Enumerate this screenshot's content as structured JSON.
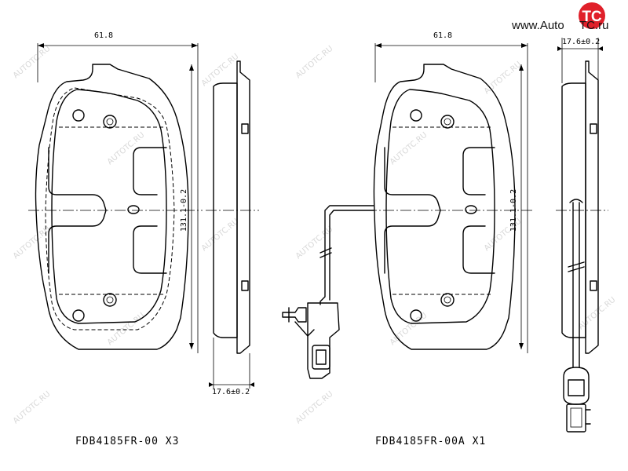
{
  "brand": {
    "logo_prefix": "www.Auto",
    "logo_suffix": "TC.ru",
    "logo_mark": "TC"
  },
  "watermark": {
    "text": "AUTOTC.RU"
  },
  "left_part": {
    "width_dim": "61.8",
    "height_dim": "131.1-0.2",
    "height_center": "0",
    "thickness_dim": "17.6±0.2",
    "part_label": "FDB4185FR-00 X3"
  },
  "right_part": {
    "width_dim": "61.8",
    "height_dim": "131.1-0.2",
    "height_center": "0",
    "thickness_dim": "17.6±0.2",
    "part_label": "FDB4185FR-00A X1"
  },
  "colors": {
    "accent": "#e0202a",
    "line": "#000000",
    "watermark": "#d8d8d8"
  }
}
